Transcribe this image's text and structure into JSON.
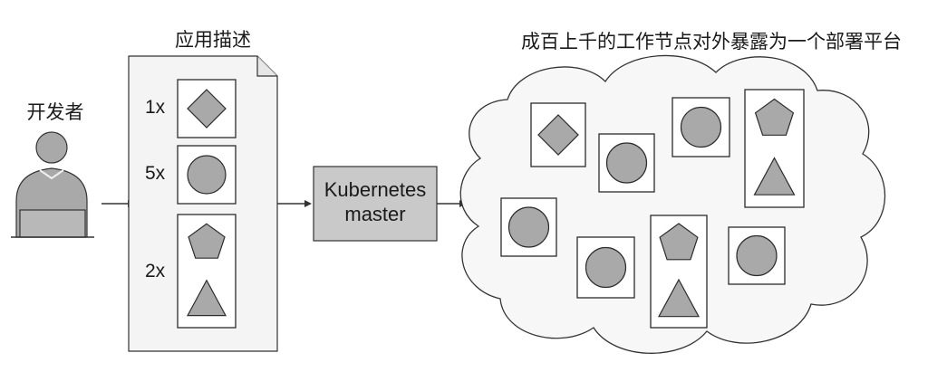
{
  "developer": {
    "label": "开发者"
  },
  "app_description": {
    "title": "应用描述",
    "entries": [
      {
        "multiplier": "1x",
        "shapes": [
          "diamond"
        ]
      },
      {
        "multiplier": "5x",
        "shapes": [
          "circle"
        ]
      },
      {
        "multiplier": "2x",
        "shapes": [
          "pentagon",
          "triangle"
        ]
      }
    ]
  },
  "master": {
    "line1": "Kubernetes",
    "line2": "master"
  },
  "cluster": {
    "title": "成百上千的工作节点对外暴露为一个部署平台",
    "pods": [
      {
        "shapes": [
          "diamond"
        ]
      },
      {
        "shapes": [
          "circle"
        ]
      },
      {
        "shapes": [
          "circle"
        ]
      },
      {
        "shapes": [
          "pentagon",
          "triangle"
        ]
      },
      {
        "shapes": [
          "circle"
        ]
      },
      {
        "shapes": [
          "circle"
        ]
      },
      {
        "shapes": [
          "pentagon",
          "triangle"
        ]
      },
      {
        "shapes": [
          "circle"
        ]
      }
    ]
  },
  "colors": {
    "shape_fill": "#a9a9a9",
    "box_fill": "#c9c9c9",
    "stroke": "#2b2b2b",
    "panel_fill": "#f4f4f4"
  }
}
